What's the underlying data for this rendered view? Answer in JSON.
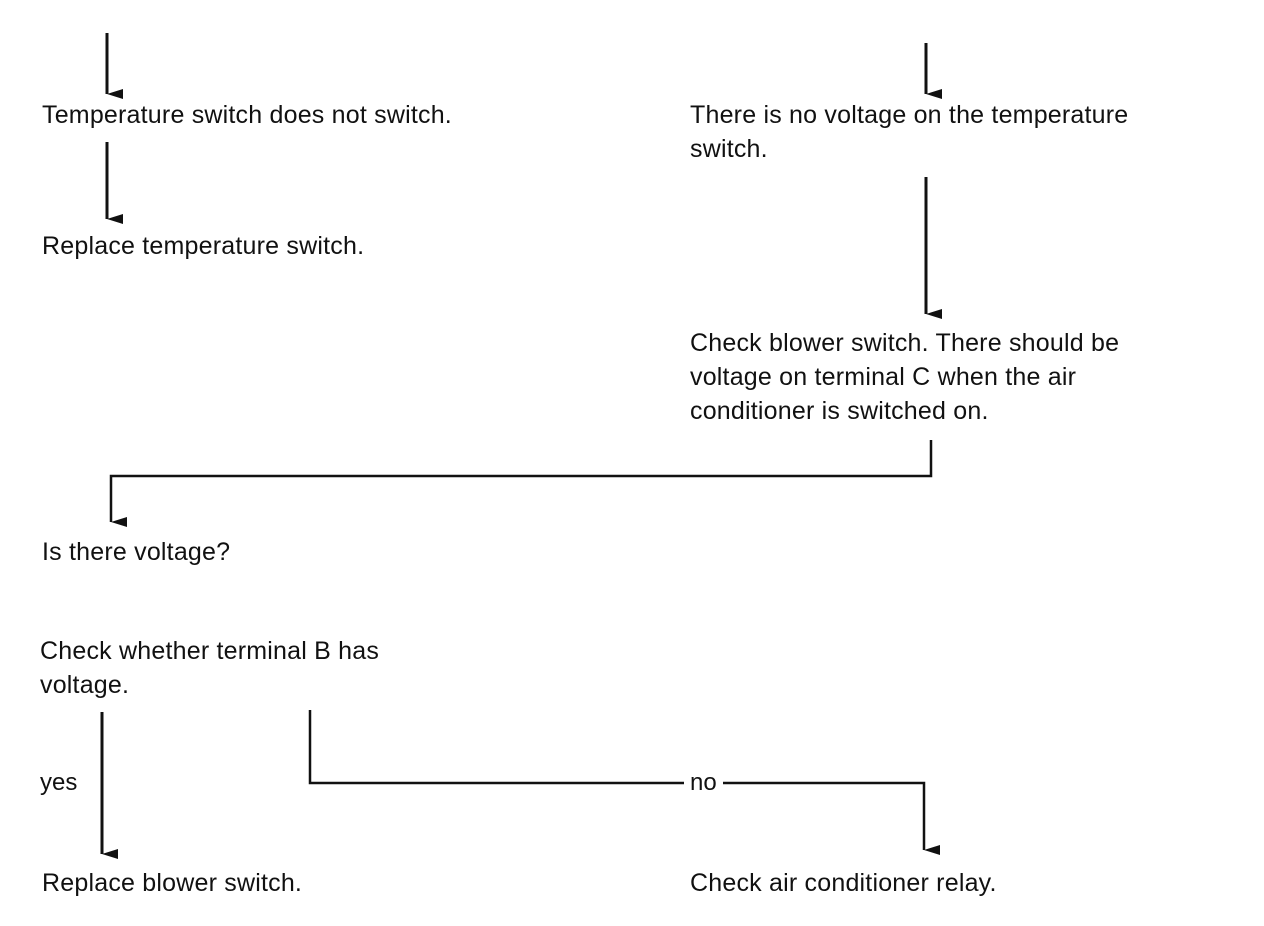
{
  "diagram": {
    "nodes": {
      "temp_switch_no_switch": "Temperature switch does not switch.",
      "replace_temp_switch": "Replace temperature switch.",
      "no_voltage_temp_switch": "There is no voltage on the temperature\nswitch.",
      "check_blower_switch": "Check blower switch. There should be\nvoltage on terminal C when the air\nconditioner is switched on.",
      "is_there_voltage": "Is there voltage?",
      "check_terminal_b": "Check whether terminal B has\nvoltage.",
      "replace_blower_switch": "Replace blower switch.",
      "check_ac_relay": "Check air conditioner relay."
    },
    "edge_labels": {
      "yes": "yes",
      "no": "no"
    }
  }
}
